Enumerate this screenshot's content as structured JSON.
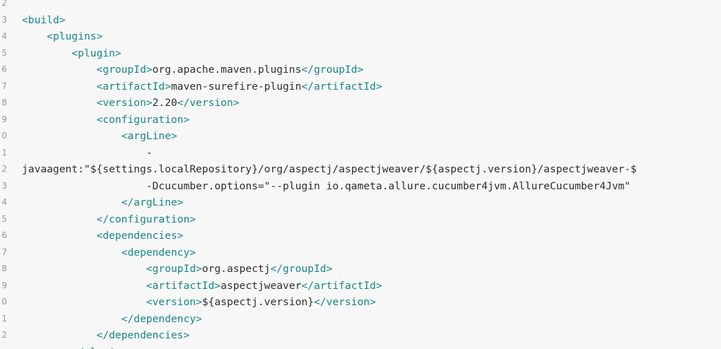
{
  "colors": {
    "background": "#f7f7f7",
    "tag": "#18868a",
    "text": "#2f2f2f",
    "line_number": "#9a9a9a"
  },
  "lines": [
    {
      "no": "2",
      "indent": "",
      "segments": []
    },
    {
      "no": "3",
      "indent": "",
      "segments": [
        {
          "t": "tag",
          "v": "<build>"
        }
      ]
    },
    {
      "no": "4",
      "indent": "    ",
      "segments": [
        {
          "t": "tag",
          "v": "<plugins>"
        }
      ]
    },
    {
      "no": "5",
      "indent": "        ",
      "segments": [
        {
          "t": "tag",
          "v": "<plugin>"
        }
      ]
    },
    {
      "no": "6",
      "indent": "            ",
      "segments": [
        {
          "t": "tag",
          "v": "<groupId>"
        },
        {
          "t": "txt",
          "v": "org.apache.maven.plugins"
        },
        {
          "t": "tag",
          "v": "</groupId>"
        }
      ]
    },
    {
      "no": "7",
      "indent": "            ",
      "segments": [
        {
          "t": "tag",
          "v": "<artifactId>"
        },
        {
          "t": "txt",
          "v": "maven-surefire-plugin"
        },
        {
          "t": "tag",
          "v": "</artifactId>"
        }
      ]
    },
    {
      "no": "8",
      "indent": "            ",
      "segments": [
        {
          "t": "tag",
          "v": "<version>"
        },
        {
          "t": "txt",
          "v": "2.20"
        },
        {
          "t": "tag",
          "v": "</version>"
        }
      ]
    },
    {
      "no": "9",
      "indent": "            ",
      "segments": [
        {
          "t": "tag",
          "v": "<configuration>"
        }
      ]
    },
    {
      "no": "0",
      "indent": "                ",
      "segments": [
        {
          "t": "tag",
          "v": "<argLine>"
        }
      ]
    },
    {
      "no": "1",
      "indent": "                    ",
      "segments": [
        {
          "t": "txt",
          "v": "-"
        }
      ]
    },
    {
      "no": "2",
      "indent": "",
      "segments": [
        {
          "t": "txt",
          "v": "javaagent:\"${settings.localRepository}/org/aspectj/aspectjweaver/${aspectj.version}/aspectjweaver-$"
        }
      ]
    },
    {
      "no": "3",
      "indent": "                    ",
      "segments": [
        {
          "t": "txt",
          "v": "-Dcucumber.options=\"--plugin io.qameta.allure.cucumber4jvm.AllureCucumber4Jvm\""
        }
      ]
    },
    {
      "no": "4",
      "indent": "                ",
      "segments": [
        {
          "t": "tag",
          "v": "</argLine>"
        }
      ]
    },
    {
      "no": "5",
      "indent": "            ",
      "segments": [
        {
          "t": "tag",
          "v": "</configuration>"
        }
      ]
    },
    {
      "no": "6",
      "indent": "            ",
      "segments": [
        {
          "t": "tag",
          "v": "<dependencies>"
        }
      ]
    },
    {
      "no": "7",
      "indent": "                ",
      "segments": [
        {
          "t": "tag",
          "v": "<dependency>"
        }
      ]
    },
    {
      "no": "8",
      "indent": "                    ",
      "segments": [
        {
          "t": "tag",
          "v": "<groupId>"
        },
        {
          "t": "txt",
          "v": "org.aspectj"
        },
        {
          "t": "tag",
          "v": "</groupId>"
        }
      ]
    },
    {
      "no": "9",
      "indent": "                    ",
      "segments": [
        {
          "t": "tag",
          "v": "<artifactId>"
        },
        {
          "t": "txt",
          "v": "aspectjweaver"
        },
        {
          "t": "tag",
          "v": "</artifactId>"
        }
      ]
    },
    {
      "no": "0",
      "indent": "                    ",
      "segments": [
        {
          "t": "tag",
          "v": "<version>"
        },
        {
          "t": "txt",
          "v": "${aspectj.version}"
        },
        {
          "t": "tag",
          "v": "</version>"
        }
      ]
    },
    {
      "no": "1",
      "indent": "                ",
      "segments": [
        {
          "t": "tag",
          "v": "</dependency>"
        }
      ]
    },
    {
      "no": "2",
      "indent": "            ",
      "segments": [
        {
          "t": "tag",
          "v": "</dependencies>"
        }
      ]
    },
    {
      "no": "",
      "indent": "        ",
      "segments": [
        {
          "t": "tag",
          "v": "</plugin>"
        }
      ]
    }
  ]
}
